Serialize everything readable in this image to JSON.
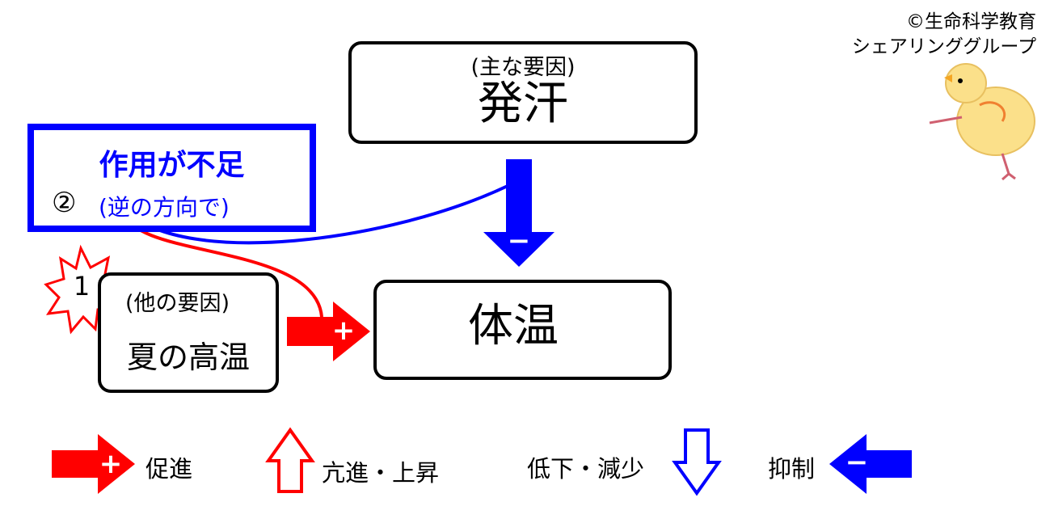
{
  "credit": {
    "line1": "©生命科学教育",
    "line2": "シェアリンググループ"
  },
  "main_factor": {
    "caption": "(主な要因)",
    "label": "発汗"
  },
  "other_factor": {
    "caption": "(他の要因)",
    "label": "夏の高温"
  },
  "body_temp": {
    "label": "体温"
  },
  "insufficient": {
    "title": "作用が不足",
    "number": "②",
    "note": "(逆の方向で)"
  },
  "starburst": {
    "number": "1"
  },
  "signs": {
    "plus": "+",
    "minus": "−"
  },
  "legend": {
    "promote": "促進",
    "increase": "亢進・上昇",
    "decrease": "低下・減少",
    "inhibit": "抑制"
  },
  "colors": {
    "promote": "#ff0000",
    "inhibit": "#0000ff",
    "frame": "#000000"
  }
}
